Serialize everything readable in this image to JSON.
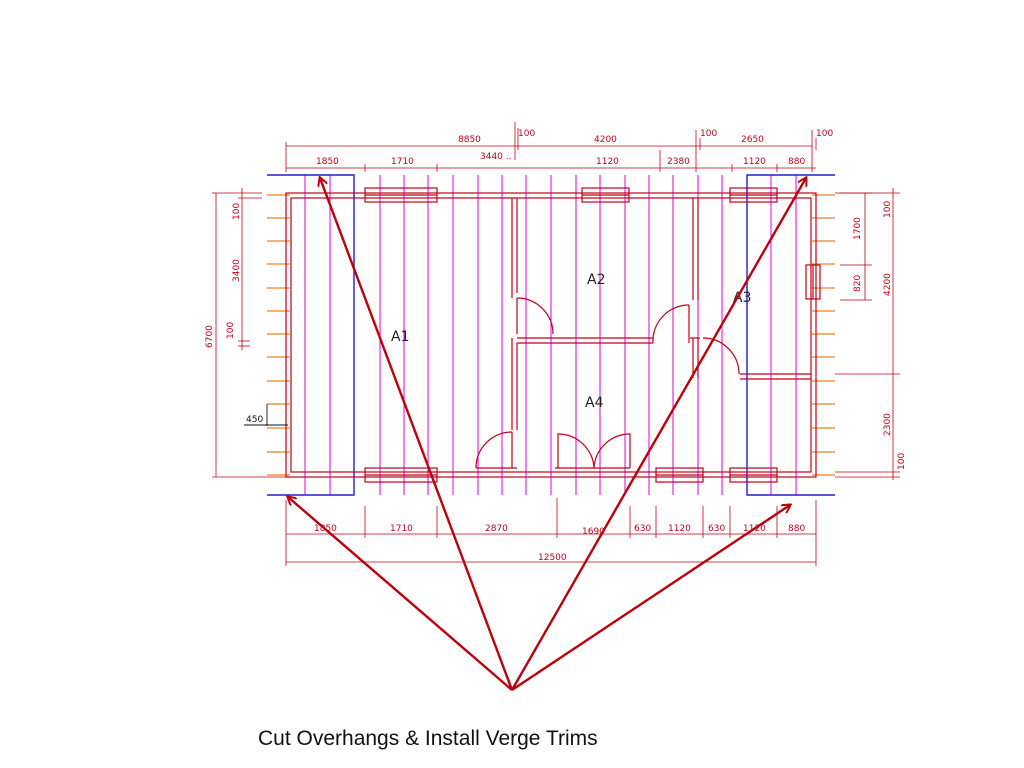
{
  "caption": "Cut Overhangs & Install Verge Trims",
  "rooms": {
    "a1": "A1",
    "a2": "A2",
    "a3": "A3",
    "a4": "A4"
  },
  "dims": {
    "top_outer": [
      "8850",
      "100",
      "4200",
      "100",
      "2650",
      "100"
    ],
    "top_inner": [
      "1850",
      "1710",
      "3440 ..",
      "1120",
      "2380",
      "1120",
      "880"
    ],
    "bottom_chain": [
      "1850",
      "1710",
      "2870",
      "1690",
      "630",
      "1120",
      "630",
      "1120",
      "880"
    ],
    "bottom_total": "12500",
    "left": [
      "6700",
      "100",
      "3400",
      "100"
    ],
    "right_inner": [
      "1700",
      "820"
    ],
    "right_outer": [
      "100",
      "4200",
      "2300",
      "100"
    ],
    "overhang": "450"
  },
  "colors": {
    "dimension": "#c00018",
    "rafter": "#e000e0",
    "wall": "#c00018",
    "verge": "#2020c8",
    "batten": "#f08020",
    "arrow": "#b8000c"
  }
}
